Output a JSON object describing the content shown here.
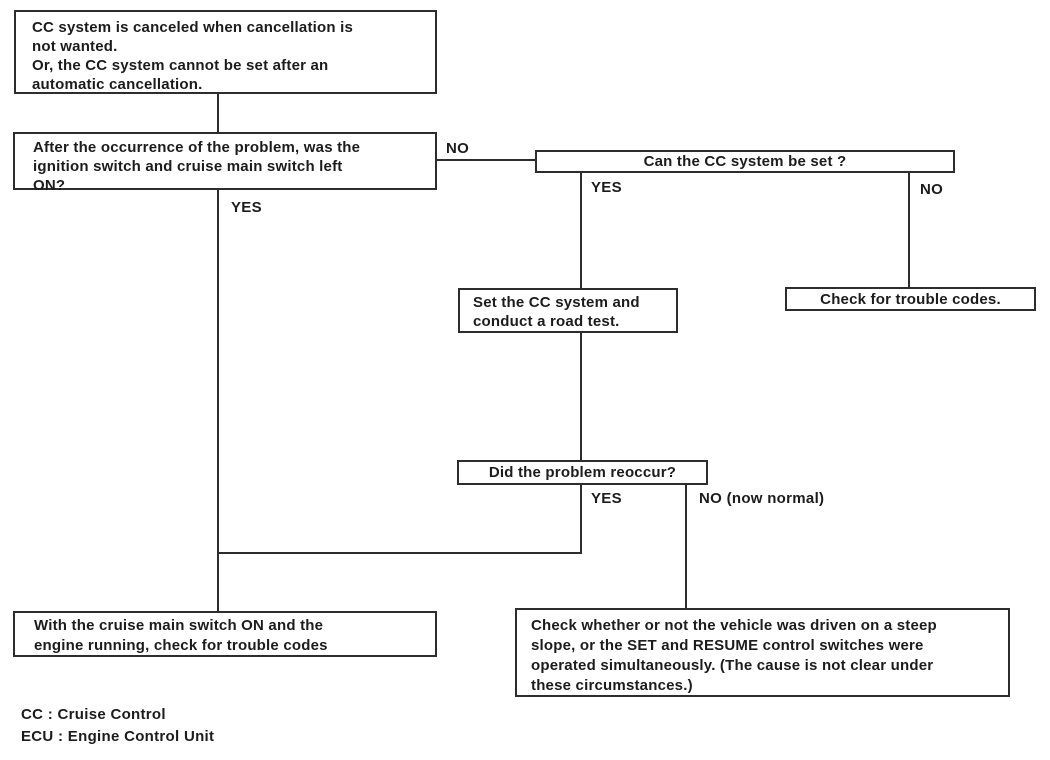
{
  "colors": {
    "background": "#ffffff",
    "line": "#2d2d2d",
    "text": "#1c1c1c"
  },
  "flowchart": {
    "nodes": {
      "problem_statement": {
        "text": "CC system is canceled when cancellation is\nnot wanted.\nOr, the CC system cannot be set after an\nautomatic cancellation."
      },
      "q_switch_left_on": {
        "text": "After the occurrence of the problem, was the\nignition switch and cruise main switch left\nON?"
      },
      "q_can_set": {
        "text": "Can the CC system be set ?"
      },
      "set_and_road_test": {
        "text": "Set the CC system and\nconduct a road test."
      },
      "check_trouble_codes": {
        "text": "Check for trouble codes."
      },
      "q_problem_reoccur": {
        "text": "Did the problem reoccur?"
      },
      "check_codes_engine_running": {
        "text": "With the cruise main switch ON and the\nengine running, check for trouble codes"
      },
      "check_steep_slope": {
        "text": "Check whether or not the vehicle was driven on a steep\nslope, or the SET and RESUME control switches were\noperated simultaneously. (The cause is not clear under\nthese circumstances.)"
      }
    },
    "edge_labels": {
      "no_from_q_switch": "NO",
      "yes_from_q_switch": "YES",
      "yes_from_q_can_set": "YES",
      "no_from_q_can_set": "NO",
      "yes_from_q_reoccur": "YES",
      "no_from_q_reoccur": "NO (now normal)"
    },
    "legend": {
      "cc": "CC : Cruise Control",
      "ecu": "ECU : Engine Control Unit"
    }
  }
}
